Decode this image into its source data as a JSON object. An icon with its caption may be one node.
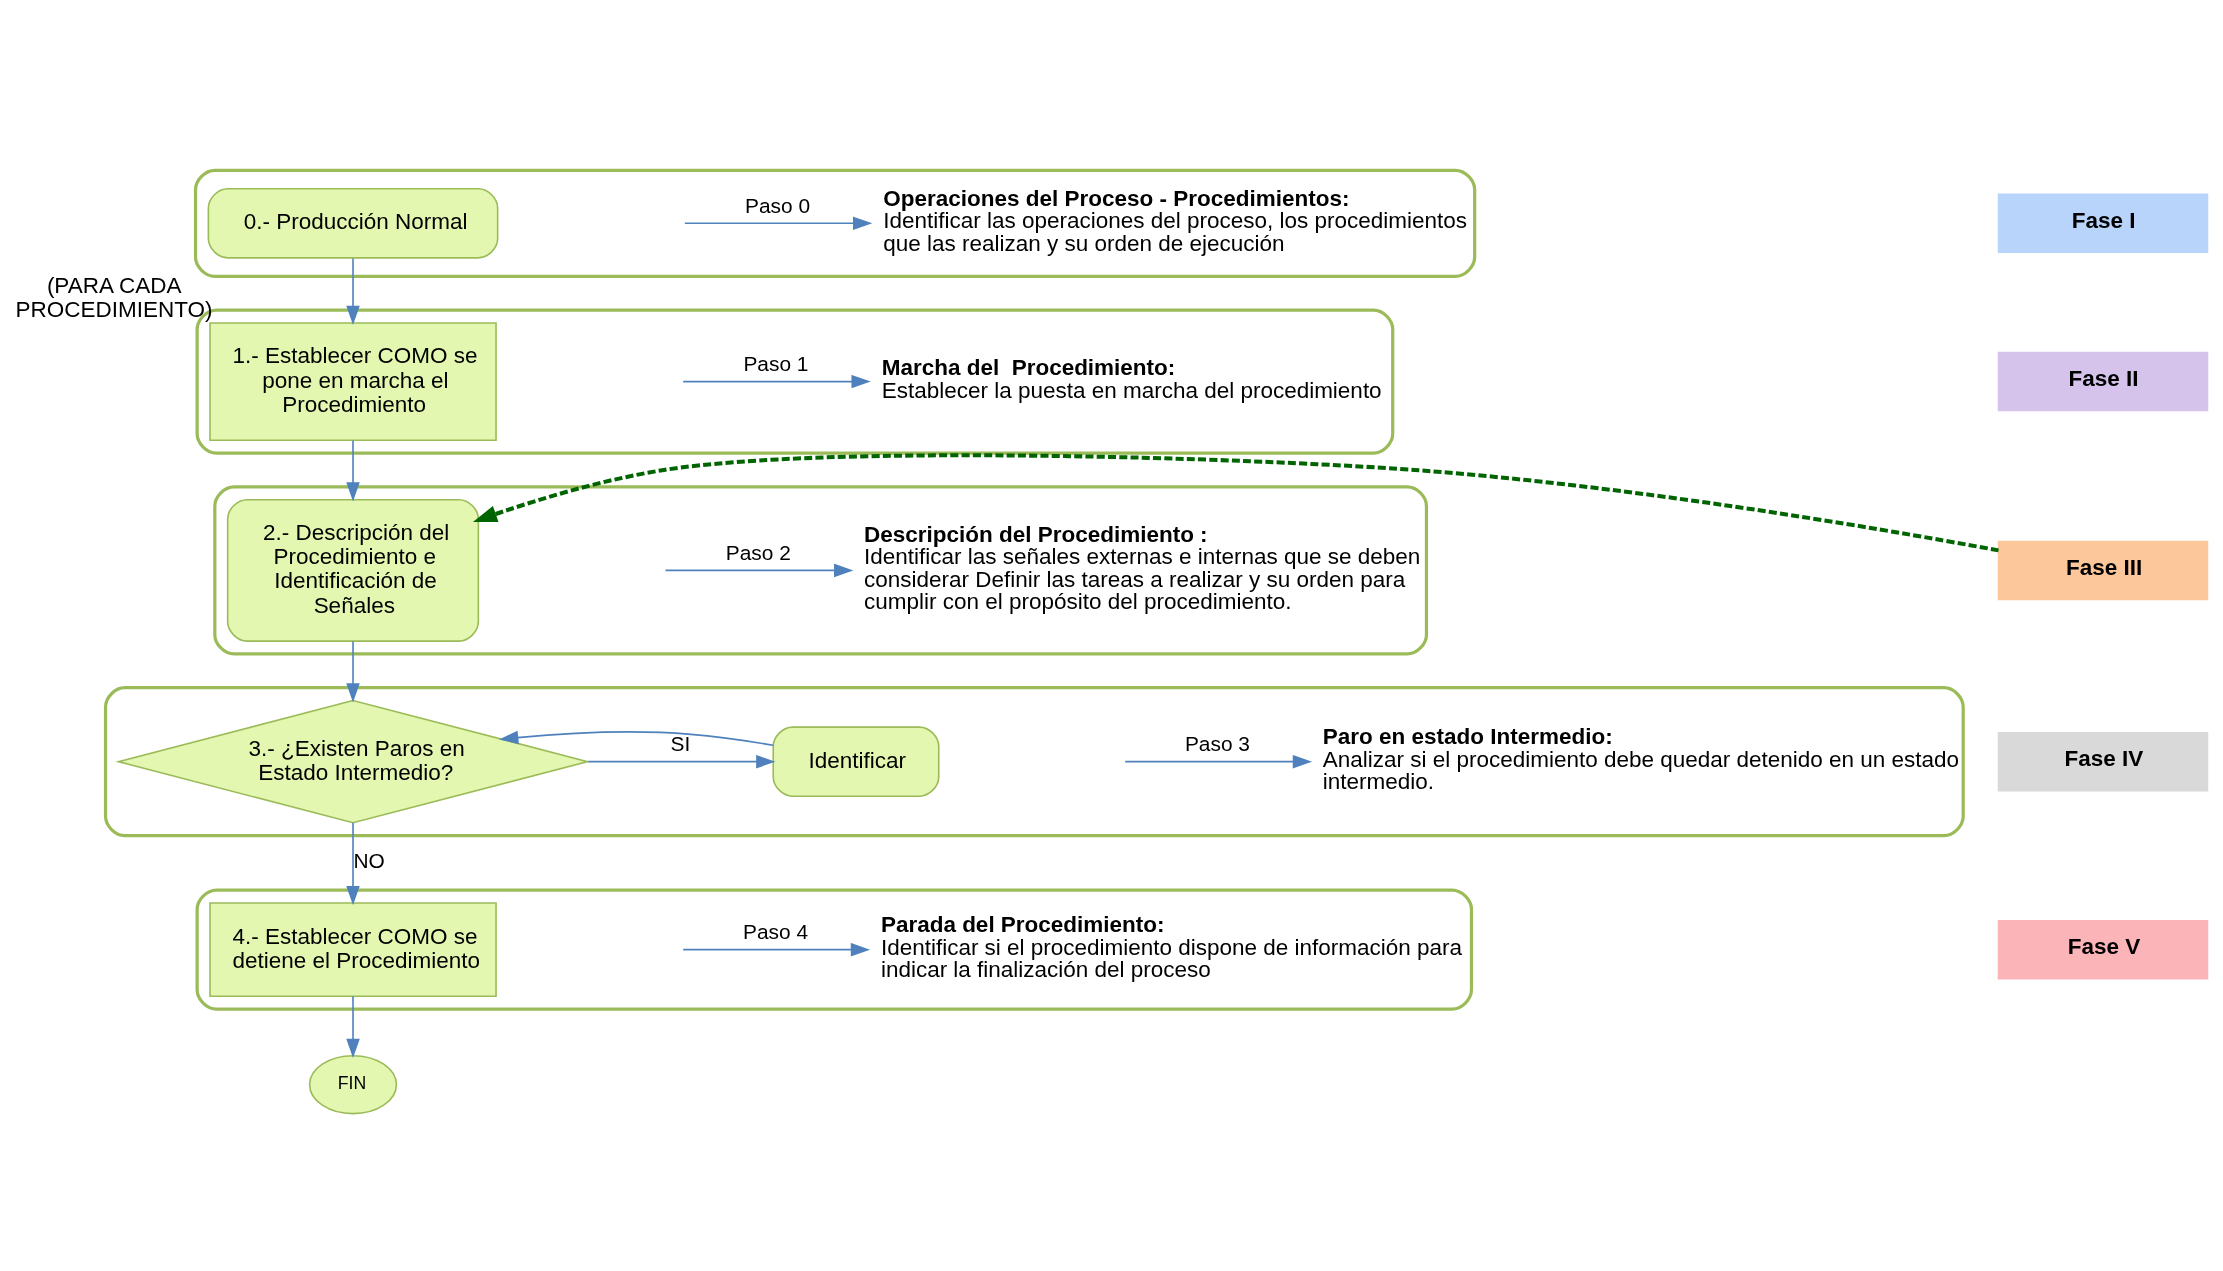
{
  "diagram": {
    "nodes": [
      {
        "text": [],
        "shape": "box"
      },
      {
        "text": [
          "0.- Producción Normal"
        ],
        "in": 0
      },
      {
        "text": [
          "**Operaciones del Proceso - Procedimientos:** Identificar las operaciones del proceso, los procedimientos que las realizan y su orden de ejecución"
        ],
        "in": 0
      },
      {
        "text": [],
        "shape": "box"
      },
      {
        "text": [
          "1.- Establecer COMO se pone en marcha el Procedimiento"
        ],
        "in": 3,
        "beside": [
          "(PARA CADA PROCEDIMIENTO)"
        ]
      },
      {
        "text": [
          "**Marcha del  Procedimiento:** Establecer la puesta en marcha del procedimiento"
        ],
        "in": 3
      },
      {
        "text": [],
        "shape": "box"
      },
      {
        "text": [
          "2.- Descripción del Procedimiento e Identificación de Señales"
        ],
        "in": 6
      },
      {
        "text": [
          "Descripción del Procedimiento :",
          "Identificar las señales externas e internas que se deben considerar Definir las tareas a realizar y su orden para cumplir con el propósito del procedimiento."
        ],
        "in": 6
      },
      {
        "text": [
          "Fase I"
        ]
      },
      {
        "text": [
          "Fase II"
        ]
      },
      {
        "text": [
          "Fase III"
        ]
      },
      {
        "text": [
          "Fase IV"
        ]
      },
      {
        "text": [
          "Fase V"
        ]
      },
      {
        "text": [],
        "shape": "box"
      },
      {
        "text": [
          "3.- ¿Existen Paros en Estado Intermedio?"
        ],
        "in": 14
      },
      {
        "text": [
          "Identificar"
        ],
        "in": 14
      },
      {
        "text": [
          "**Paro en estado Intermedio:** Analizar si el procedimiento debe quedar detenido en un estado intermedio."
        ],
        "in": 14
      },
      {
        "text": [],
        "shape": "box"
      },
      {
        "text": [
          "4.- Establecer COMO se detiene el Procedimiento"
        ],
        "in": 18
      },
      {
        "text": [
          "**Parada del Procedimiento:** Identificar si el procedimiento dispone de información para indicar la finalización del proceso"
        ],
        "in": 18
      },
      {
        "text": [
          "FIN"
        ]
      }
    ],
    "edges": [
      {
        "from": 1,
        "to": 4,
        "arrow": "to"
      },
      {
        "from": 4,
        "to": 7,
        "arrow": "to"
      },
      {
        "from": 7,
        "to": 15,
        "arrow": "to"
      },
      {
        "from": 15,
        "to": 16,
        "arrow": "to",
        "label": "SI"
      },
      {
        "from": 16,
        "to": 15,
        "arrow": "to"
      },
      {
        "from": 15,
        "to": 19,
        "arrow": "to",
        "label": "NO"
      },
      {
        "from": 19,
        "to": 21,
        "arrow": "to"
      },
      {
        "from": 11,
        "to": 7,
        "arrow": "to",
        "style": "dashed",
        "color": "#006400"
      },
      {
        "from": null,
        "to": 2,
        "arrow": "to",
        "label": "Paso 0"
      },
      {
        "from": null,
        "to": 5,
        "arrow": "to",
        "label": "Paso 1"
      },
      {
        "from": null,
        "to": 8,
        "arrow": "to",
        "label": "Paso 2"
      },
      {
        "from": null,
        "to": 17,
        "arrow": "to",
        "label": "Paso 3"
      },
      {
        "from": null,
        "to": 20,
        "arrow": "to",
        "label": "Paso 4"
      }
    ]
  }
}
